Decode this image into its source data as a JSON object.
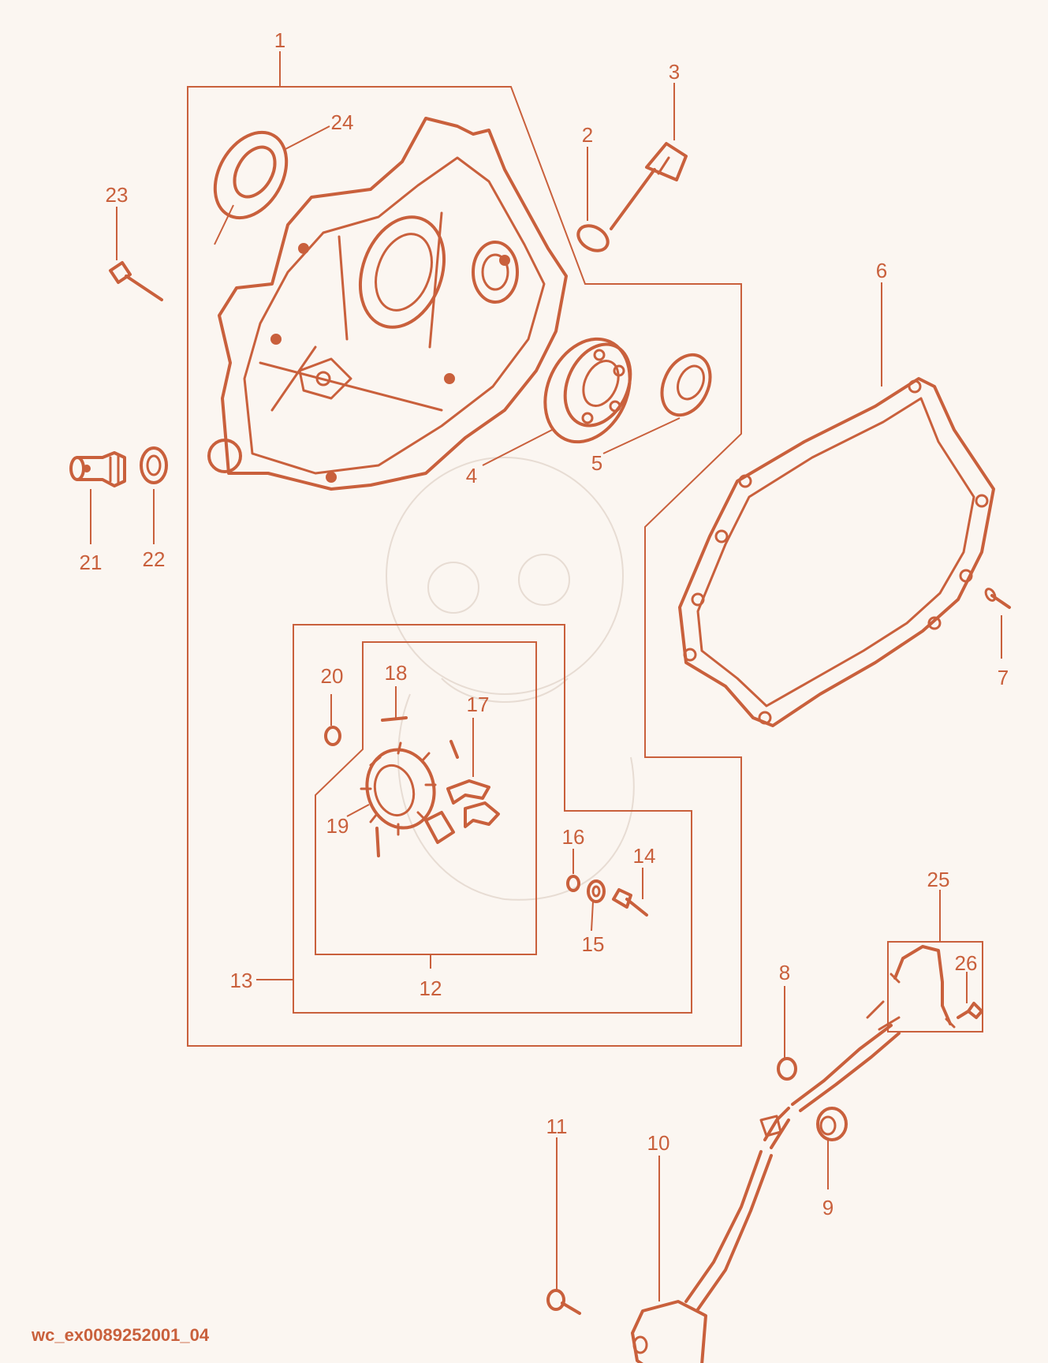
{
  "diagram": {
    "reference_code": "wc_ex0089252001_04",
    "callouts": {
      "c1": "1",
      "c2": "2",
      "c3": "3",
      "c4": "4",
      "c5": "5",
      "c6": "6",
      "c7": "7",
      "c8": "8",
      "c9": "9",
      "c10": "10",
      "c11": "11",
      "c12": "12",
      "c13": "13",
      "c14": "14",
      "c15": "15",
      "c16": "16",
      "c17": "17",
      "c18": "18",
      "c19": "19",
      "c20": "20",
      "c21": "21",
      "c22": "22",
      "c23": "23",
      "c24": "24",
      "c25": "25",
      "c26": "26"
    },
    "colors": {
      "line": "#c9603c",
      "background": "#fbf6f1"
    }
  }
}
